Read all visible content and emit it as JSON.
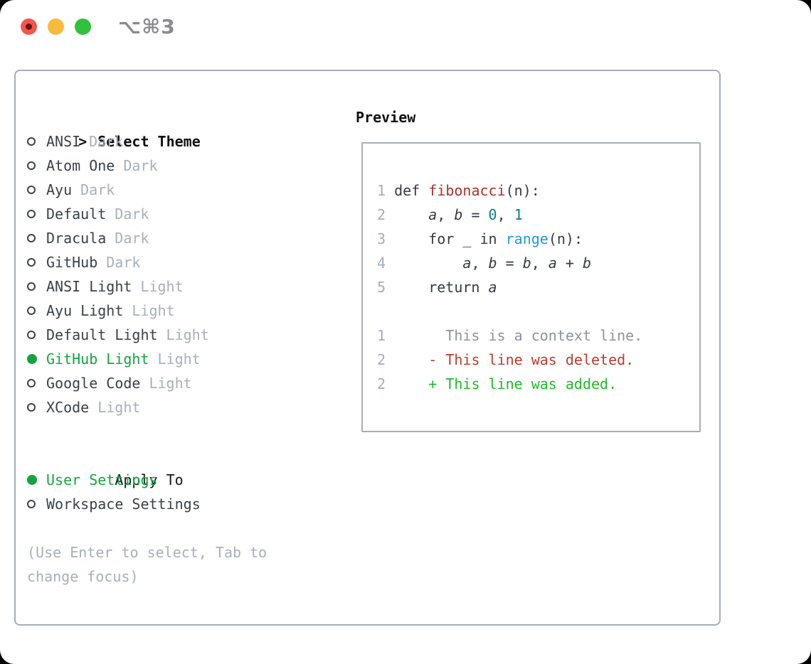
{
  "titlebar": {
    "shortcut_label": "⌥⌘3"
  },
  "theme_picker": {
    "prompt": ">",
    "header": "Select Theme",
    "items": [
      {
        "name": "ANSI",
        "tag": "Dark",
        "selected": false
      },
      {
        "name": "Atom One",
        "tag": "Dark",
        "selected": false
      },
      {
        "name": "Ayu",
        "tag": "Dark",
        "selected": false
      },
      {
        "name": "Default",
        "tag": "Dark",
        "selected": false
      },
      {
        "name": "Dracula",
        "tag": "Dark",
        "selected": false
      },
      {
        "name": "GitHub",
        "tag": "Dark",
        "selected": false
      },
      {
        "name": "ANSI Light",
        "tag": "Light",
        "selected": false
      },
      {
        "name": "Ayu Light",
        "tag": "Light",
        "selected": false
      },
      {
        "name": "Default Light",
        "tag": "Light",
        "selected": false
      },
      {
        "name": "GitHub Light",
        "tag": "Light",
        "selected": true
      },
      {
        "name": "Google Code",
        "tag": "Light",
        "selected": false
      },
      {
        "name": "XCode",
        "tag": "Light",
        "selected": false
      }
    ],
    "apply_to": {
      "header": "Apply To",
      "options": [
        {
          "name": "User Settings",
          "selected": true
        },
        {
          "name": "Workspace Settings",
          "selected": false
        }
      ]
    },
    "hint_lines": [
      "(Use Enter to select, Tab to",
      "change focus)"
    ]
  },
  "preview": {
    "header": "Preview",
    "code_lines": [
      {
        "num": "1",
        "tokens": [
          {
            "text": "def ",
            "style": "code"
          },
          {
            "text": "fibonacci",
            "style": "function"
          },
          {
            "text": "(n):",
            "style": "code"
          }
        ]
      },
      {
        "num": "2",
        "tokens": [
          {
            "text": "    ",
            "style": "code"
          },
          {
            "text": "a",
            "style": "variable"
          },
          {
            "text": ", ",
            "style": "code"
          },
          {
            "text": "b",
            "style": "variable"
          },
          {
            "text": " = ",
            "style": "code"
          },
          {
            "text": "0",
            "style": "number"
          },
          {
            "text": ", ",
            "style": "code"
          },
          {
            "text": "1",
            "style": "number"
          }
        ]
      },
      {
        "num": "3",
        "tokens": [
          {
            "text": "    for _ in ",
            "style": "code"
          },
          {
            "text": "range",
            "style": "builtin"
          },
          {
            "text": "(n):",
            "style": "code"
          }
        ]
      },
      {
        "num": "4",
        "tokens": [
          {
            "text": "        ",
            "style": "code"
          },
          {
            "text": "a",
            "style": "variable"
          },
          {
            "text": ", ",
            "style": "code"
          },
          {
            "text": "b",
            "style": "variable"
          },
          {
            "text": " = ",
            "style": "code"
          },
          {
            "text": "b",
            "style": "variable"
          },
          {
            "text": ", ",
            "style": "code"
          },
          {
            "text": "a",
            "style": "variable"
          },
          {
            "text": " + ",
            "style": "code"
          },
          {
            "text": "b",
            "style": "variable"
          }
        ]
      },
      {
        "num": "5",
        "tokens": [
          {
            "text": "    return ",
            "style": "code"
          },
          {
            "text": "a",
            "style": "variable"
          }
        ]
      },
      {
        "num": "",
        "tokens": []
      },
      {
        "num": "1",
        "tokens": [
          {
            "text": "      This is a context line.",
            "style": "context"
          }
        ]
      },
      {
        "num": "2",
        "tokens": [
          {
            "text": "    ",
            "style": "code"
          },
          {
            "text": "- This line was deleted.",
            "style": "deleted"
          }
        ]
      },
      {
        "num": "2",
        "tokens": [
          {
            "text": "    ",
            "style": "code"
          },
          {
            "text": "+ This line was added.",
            "style": "added"
          }
        ]
      }
    ]
  },
  "colors": {
    "selection_green": "#12a63e",
    "added_green": "#1abf25",
    "deleted_red": "#c23a2b",
    "function_red": "#b13028",
    "number_teal": "#0c7d81",
    "builtin_blue": "#1e9ad6",
    "muted_gray": "#a7b0bc",
    "text_dark": "#3a414b",
    "border_gray": "#a6aeb6",
    "traffic_red": "#f2564d",
    "traffic_yellow": "#f7bb3c",
    "traffic_green": "#30c13d"
  }
}
